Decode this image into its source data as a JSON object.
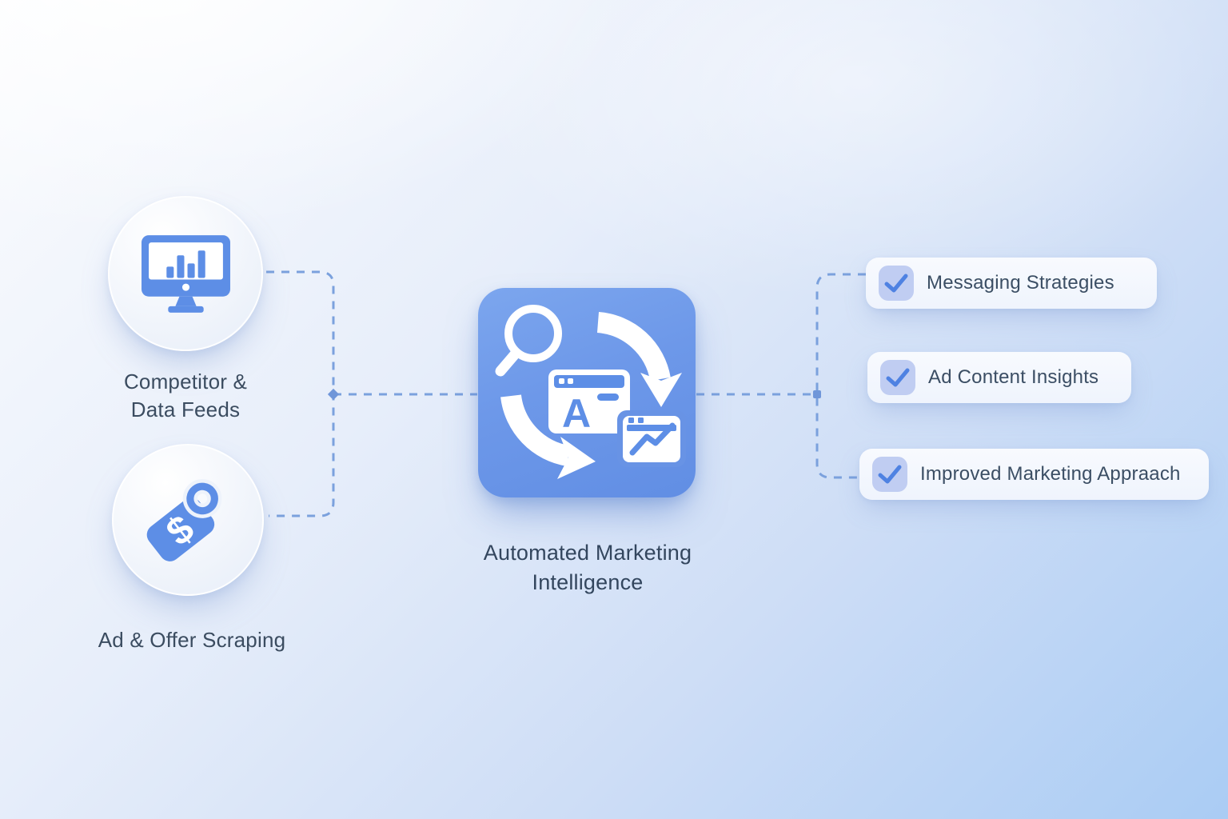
{
  "diagram_title": "Automated Marketing Intelligence flow diagram",
  "sources": [
    {
      "line1": "Competitor &",
      "line2": "Data Feeds",
      "icon": "monitor-bar-chart-icon"
    },
    {
      "label": "Ad & Offer Scraping",
      "icon": "price-tag-dollar-icon"
    }
  ],
  "center": {
    "line1": "Automated Marketing",
    "line2": "Intelligence",
    "icons": [
      "magnifying-glass-icon",
      "clockwise-rotate-arrows-icon",
      "browser-window-text-icon",
      "browser-window-chart-icon"
    ]
  },
  "outputs": [
    {
      "label": "Messaging Strategies",
      "icon": "checkmark-icon"
    },
    {
      "label": "Ad Content Insights",
      "icon": "checkmark-icon"
    },
    {
      "label": "Improved Marketing Appraach",
      "icon": "checkmark-icon"
    }
  ],
  "colors": {
    "background_start": "#fbfcfe",
    "background_end": "#aaccf4",
    "hub_blue": "#6d98e9",
    "icon_blue": "#5d8ee6",
    "dash_line": "#7ba1dd",
    "checkbox_bg": "#c0cdf2",
    "check_stroke": "#4f82e2",
    "card_bg": "#f6f9fe",
    "text_dark": "#3b4c60"
  }
}
